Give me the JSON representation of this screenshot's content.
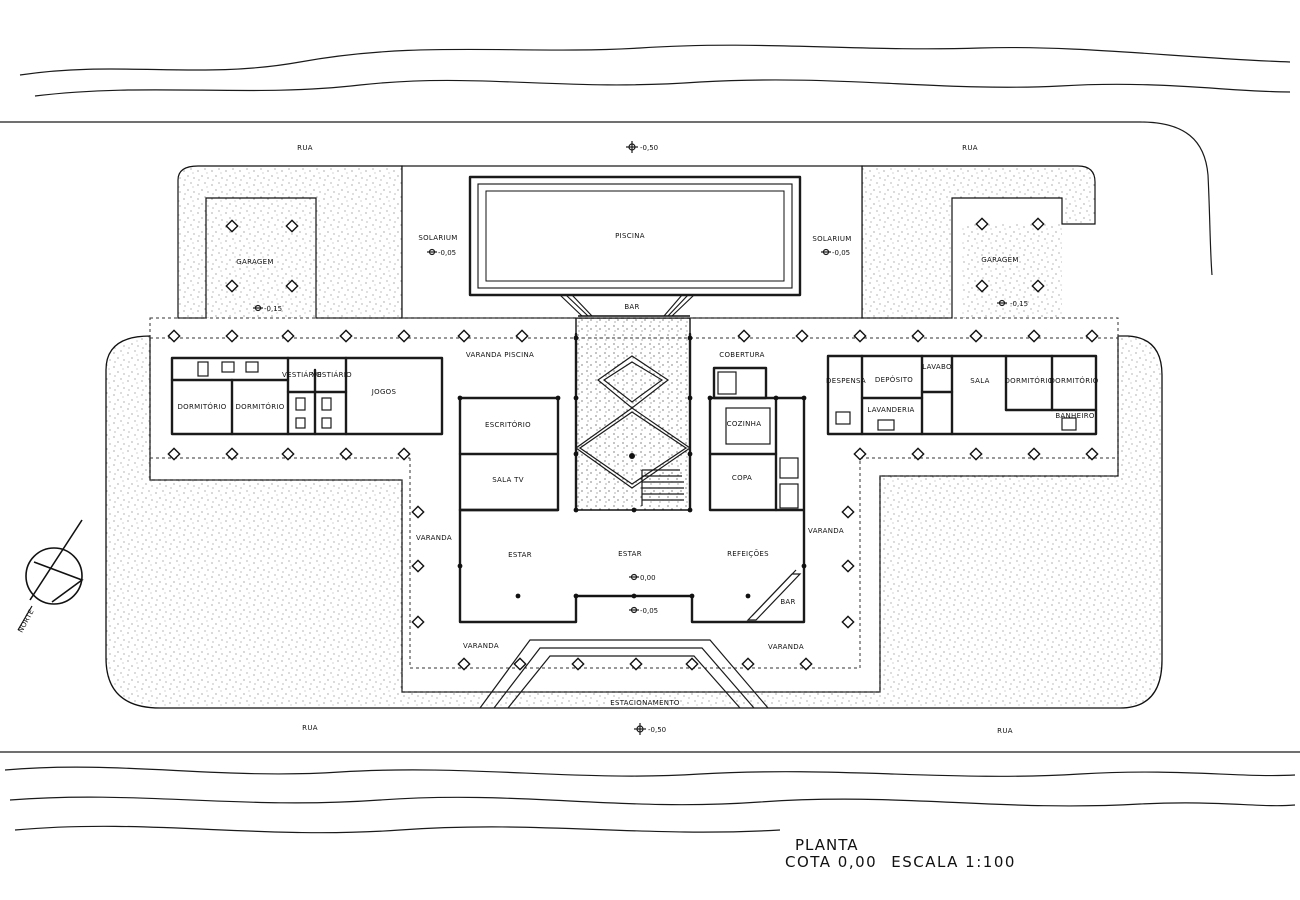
{
  "title_block": {
    "line1": "PLANTA",
    "line2_a": "COTA 0,00",
    "line2_b": "ESCALA 1:100"
  },
  "north": {
    "label": "NORTE"
  },
  "labels": {
    "rua_top_left": "RUA",
    "rua_top_right": "RUA",
    "rua_bottom_left": "RUA",
    "rua_bottom_right": "RUA",
    "piscina": "PISCINA",
    "bar_top": "BAR",
    "solarium_left": "SOLARIUM",
    "solarium_right": "SOLARIUM",
    "garagem_left": "GARAGEM",
    "garagem_right": "GARAGEM",
    "varanda_piscina": "VARANDA PISCINA",
    "cobertura": "COBERTURA",
    "dormitorio_1": "DORMITÓRIO",
    "dormitorio_2": "DORMITÓRIO",
    "vestiario_1": "VESTIÁRIO",
    "vestiario_2": "VESTIÁRIO",
    "jogos": "JOGOS",
    "escritorio": "ESCRITÓRIO",
    "sala_tv": "SALA TV",
    "copa": "COPA",
    "cozinha": "COZINHA",
    "despensa": "DESPENSA",
    "deposito": "DEPÓSITO",
    "lavanderia": "LAVANDERIA",
    "lavabo": "LAVABO",
    "sala": "SALA",
    "dormitorio_3": "DORMITÓRIO",
    "dormitorio_4": "DORMITÓRIO",
    "banheiro": "BANHEIRO",
    "varanda_left": "VARANDA",
    "varanda_right": "VARANDA",
    "varanda_bottom_left": "VARANDA",
    "varanda_bottom_right": "VARANDA",
    "estar_1": "ESTAR",
    "estar_2": "ESTAR",
    "refeicoes": "REFEIÇÕES",
    "bar_main": "BAR",
    "estacionamento": "ESTACIONAMENTO"
  },
  "levels": {
    "top_street": "-0,50",
    "solarium_left": "-0,05",
    "solarium_right": "-0,05",
    "garagem_left": "-0,15",
    "garagem_right": "-0,15",
    "estar": "0,00",
    "entry": "-0,05",
    "bottom_street": "-0,50"
  }
}
